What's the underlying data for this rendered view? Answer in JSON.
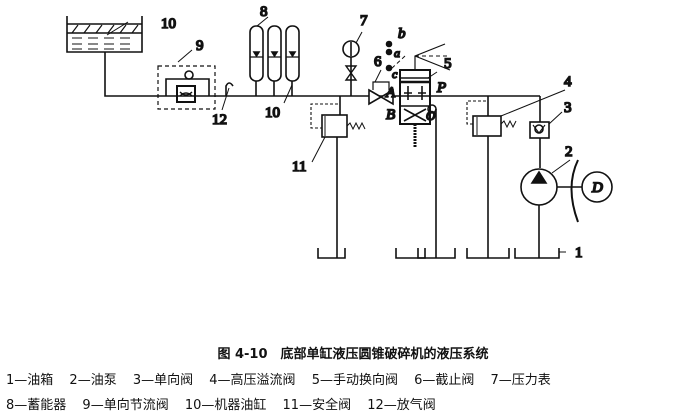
{
  "diagram": {
    "labels": {
      "n1": "1",
      "n2": "2",
      "n3": "3",
      "n4": "4",
      "n5": "5",
      "n6": "6",
      "n7": "7",
      "n8": "8",
      "n9": "9",
      "n10a": "10",
      "n10b": "10",
      "n11": "11",
      "n12": "12"
    },
    "ports": {
      "A": "A",
      "B": "B",
      "P": "P",
      "O": "O",
      "a": "a",
      "b": "b",
      "c": "c",
      "motor": "D"
    }
  },
  "caption": {
    "title": "图 4-10　底部单缸液压圆锥破碎机的液压系统",
    "legend": [
      "1—油箱",
      "2—油泵",
      "3—单向阀",
      "4—高压溢流阀",
      "5—手动换向阀",
      "6—截止阀",
      "7—压力表",
      "8—蓄能器",
      "9—单向节流阀",
      "10—机器油缸",
      "11—安全阀",
      "12—放气阀"
    ]
  }
}
